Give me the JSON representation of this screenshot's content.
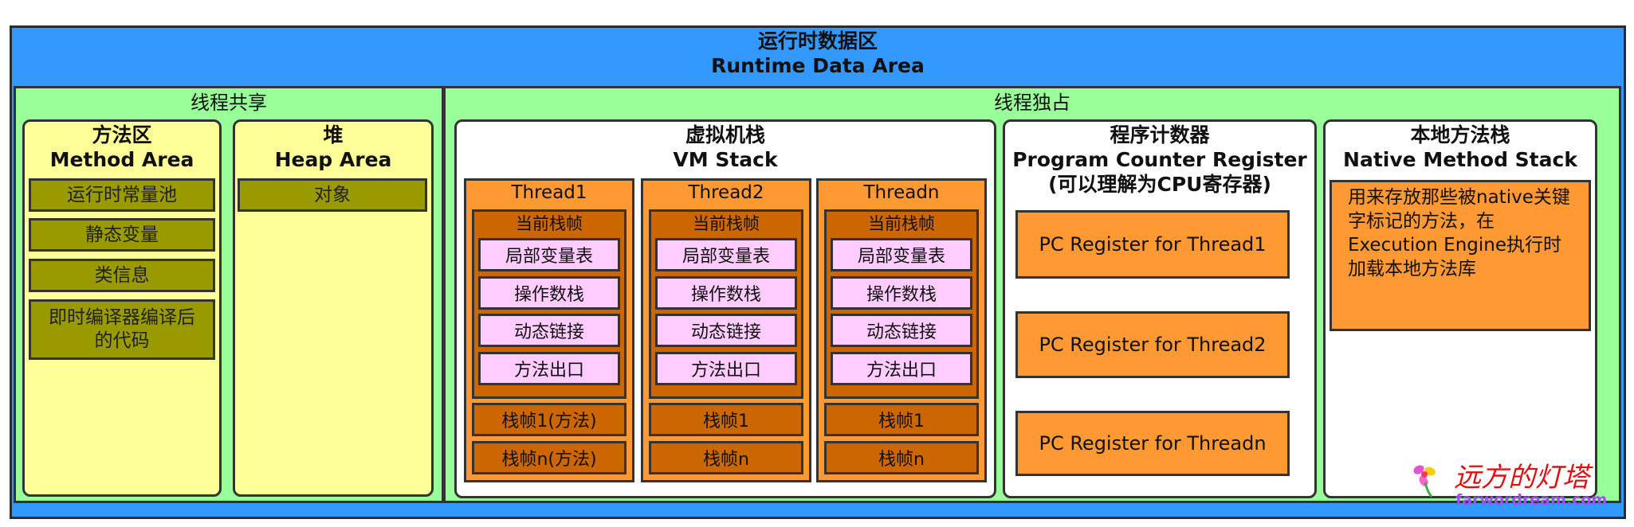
{
  "runtime_area": {
    "title_cn": "运行时数据区",
    "title_en": "Runtime Data Area"
  },
  "shared": {
    "label": "线程共享",
    "method_area": {
      "title_cn": "方法区",
      "title_en": "Method Area",
      "items": [
        "运行时常量池",
        "静态变量",
        "类信息",
        "即时编译器编译后的代码"
      ]
    },
    "heap": {
      "title_cn": "堆",
      "title_en": "Heap Area",
      "items": [
        "对象"
      ]
    }
  },
  "exclusive": {
    "label": "线程独占",
    "vm_stack": {
      "title_cn": "虚拟机栈",
      "title_en": "VM Stack",
      "threads": [
        {
          "name": "Thread1",
          "current_frame": "当前栈帧",
          "slots": [
            "局部变量表",
            "操作数栈",
            "动态链接",
            "方法出口"
          ],
          "frames": [
            "栈帧1(方法)",
            "栈帧n(方法)"
          ]
        },
        {
          "name": "Thread2",
          "current_frame": "当前栈帧",
          "slots": [
            "局部变量表",
            "操作数栈",
            "动态链接",
            "方法出口"
          ],
          "frames": [
            "栈帧1",
            "栈帧n"
          ]
        },
        {
          "name": "Threadn",
          "current_frame": "当前栈帧",
          "slots": [
            "局部变量表",
            "操作数栈",
            "动态链接",
            "方法出口"
          ],
          "frames": [
            "栈帧1",
            "栈帧n"
          ]
        }
      ]
    },
    "pc_register": {
      "title_cn": "程序计数器",
      "title_en": "Program Counter Register",
      "note": "(可以理解为CPU寄存器)",
      "registers": [
        "PC Register for Thread1",
        "PC Register for Thread2",
        "PC Register for Threadn"
      ]
    },
    "native_stack": {
      "title_cn": "本地方法栈",
      "title_en": "Native Method Stack",
      "description": "用来存放那些被native关键字标记的方法，在Execution Engine执行时加载本地方法库"
    }
  },
  "watermark": {
    "title": "远方的灯塔",
    "url": "farwordream.com"
  },
  "colors": {
    "runtime": "#3399ff",
    "region": "#99ff99",
    "shared_panel": "#ffff99",
    "shared_item": "#999900",
    "thread": "#ff9933",
    "frame": "#cc6600",
    "slot": "#ffccff"
  }
}
